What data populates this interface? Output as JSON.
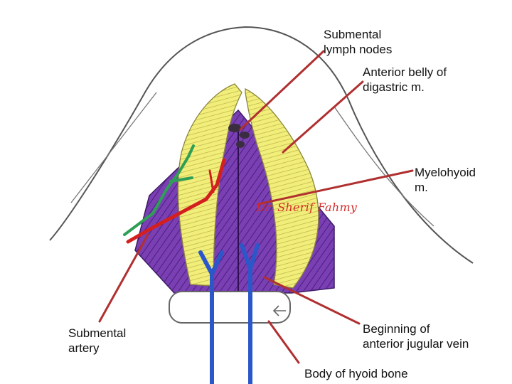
{
  "labels": {
    "submental_lymph_nodes": [
      "Submental",
      "lymph nodes"
    ],
    "anterior_belly_digastric": [
      "Anterior belly of",
      "digastric m."
    ],
    "mylohyoid": [
      "Myelohyoid",
      "m."
    ],
    "submental_artery": [
      "Submental",
      "artery"
    ],
    "anterior_jugular_vein": [
      "Beginning of",
      "anterior jugular vein"
    ],
    "hyoid_body": [
      "Body of hyoid bone"
    ]
  },
  "signature": "Dr. Sherif Fahmy",
  "colors": {
    "mylohyoid": "#7a3fb3",
    "digastric": "#f2ee7a",
    "artery": "#d41f1f",
    "vein": "#2b57c9",
    "lymph": "#2e9f55",
    "pointer": "#b03030",
    "outline": "#555555"
  }
}
